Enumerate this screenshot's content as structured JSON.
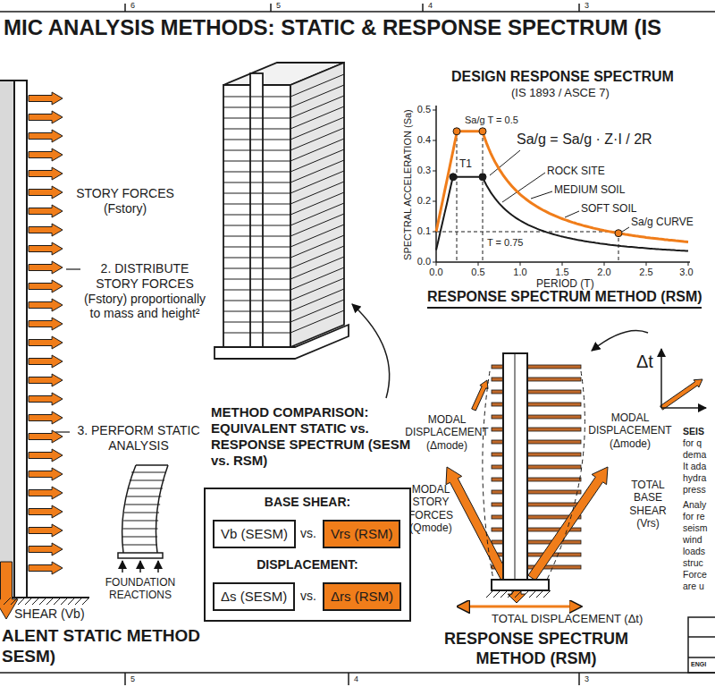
{
  "diagram": {
    "title": "MIC ANALYSIS METHODS: STATIC & RESPONSE SPECTRUM (IS",
    "nodes": [
      {
        "text": [
          "BASE SHEAR:",
          "vs.",
          "DISPLACEMENT:",
          "vs."
        ]
      },
      {
        "text": [
          "Vb (SESM)"
        ],
        "in": 0
      },
      {
        "text": [
          "Vrs (RSM)"
        ],
        "in": 0
      },
      {
        "text": [
          "Δs (SESM)"
        ],
        "in": 0
      },
      {
        "text": [
          "Δrs (RSM)"
        ],
        "in": 0
      }
    ],
    "labels": [
      "STORY FORCES (Fstory)",
      "2. DISTRIBUTE STORY FORCES (Fstory) proportionally to mass and height²",
      "3. PERFORM STATIC ANALYSIS",
      "FOUNDATION REACTIONS",
      "SHEAR (Vb)",
      "ALENT STATIC METHOD",
      "SESM)",
      "METHOD COMPARISON: EQUIVALENT STATIC vs. RESPONSE SPECTRUM (SESM vs. RSM)",
      "DESIGN RESPONSE SPECTRUM",
      "(IS 1893 / ASCE 7)",
      "SPECTRAL ACCELERATION (Sa)",
      "0.5",
      "0.4",
      "0.3",
      "0.2",
      "0.1",
      "0.0",
      "0.0",
      "0.5",
      "1.0",
      "1.5",
      "2.0",
      "2.5",
      "3.0",
      "PERIOD (T)",
      "Sa/g T = 0.5",
      "T1",
      "Sa/g = Sa/g · Z·I / 2R",
      "ROCK SITE",
      "MEDIUM SOIL",
      "SOFT SOIL",
      "Sa/g CURVE",
      "T = 0.75",
      "RESPONSE SPECTRUM METHOD (RSM)",
      "Δt",
      "MODAL DISPLACEMENT (Δmode)",
      "MODAL DISPLACEMENT (Δmode)",
      "MODAL STORY FORCES (Qmode)",
      "TOTAL BASE SHEAR (Vrs)",
      "TOTAL DISPLACEMENT (Δt)",
      "RESPONSE SPECTRUM METHOD (RSM)",
      "SEIS",
      "for q",
      "dema",
      "It ada",
      "hydra",
      "press",
      "Analy",
      "for re",
      "seism",
      "wind",
      "loads",
      "struc",
      "Force",
      "are u",
      "ENGI",
      "6",
      "5",
      "4",
      "3",
      "5",
      "4",
      "3"
    ]
  }
}
